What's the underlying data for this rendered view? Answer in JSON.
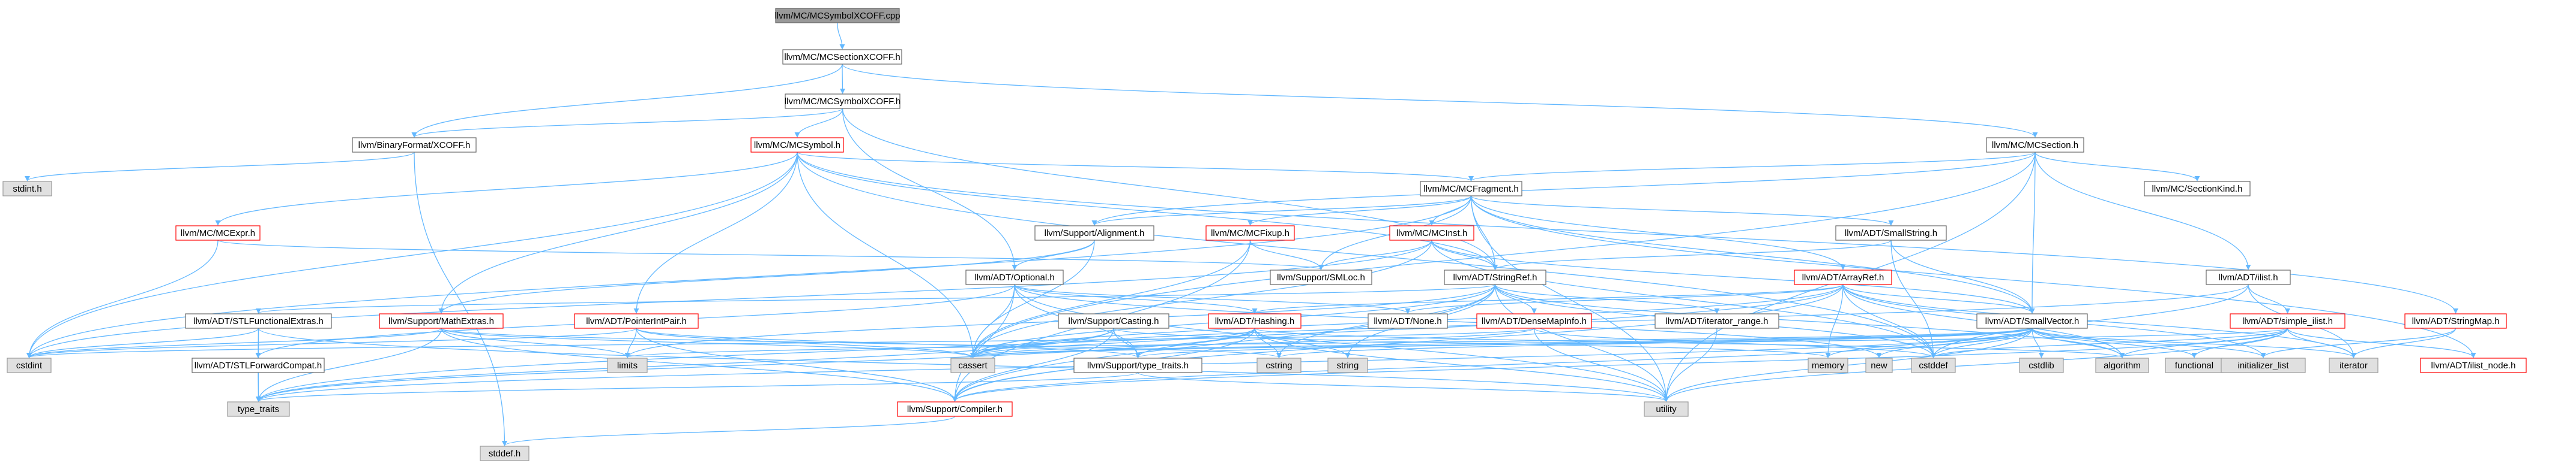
{
  "colors": {
    "root_fill": "#999999",
    "root_border": "#666666",
    "documented_fill": "#ffffff",
    "documented_border": "#666666",
    "truncated_border": "#ff0000",
    "system_fill": "#e0e0e0",
    "system_border": "#999999",
    "edge": "#63B8FF"
  },
  "nodes": [
    {
      "id": "root",
      "label": "llvm/MC/MCSymbolXCOFF.cpp",
      "kind": "root"
    },
    {
      "id": "sectxcoff",
      "label": "llvm/MC/MCSectionXCOFF.h",
      "kind": "normal"
    },
    {
      "id": "symxcoff",
      "label": "llvm/MC/MCSymbolXCOFF.h",
      "kind": "normal"
    },
    {
      "id": "binxcoff",
      "label": "llvm/BinaryFormat/XCOFF.h",
      "kind": "normal"
    },
    {
      "id": "mcsymbol",
      "label": "llvm/MC/MCSymbol.h",
      "kind": "red"
    },
    {
      "id": "mcsection",
      "label": "llvm/MC/MCSection.h",
      "kind": "normal"
    },
    {
      "id": "stdint",
      "label": "stdint.h",
      "kind": "system"
    },
    {
      "id": "mcfragment",
      "label": "llvm/MC/MCFragment.h",
      "kind": "normal"
    },
    {
      "id": "sectionkind",
      "label": "llvm/MC/SectionKind.h",
      "kind": "normal"
    },
    {
      "id": "mcexpr",
      "label": "llvm/MC/MCExpr.h",
      "kind": "red"
    },
    {
      "id": "alignment",
      "label": "llvm/Support/Alignment.h",
      "kind": "normal"
    },
    {
      "id": "mcfixup",
      "label": "llvm/MC/MCFixup.h",
      "kind": "red"
    },
    {
      "id": "mcinst",
      "label": "llvm/MC/MCInst.h",
      "kind": "red"
    },
    {
      "id": "smallstring",
      "label": "llvm/ADT/SmallString.h",
      "kind": "normal"
    },
    {
      "id": "ilist",
      "label": "llvm/ADT/ilist.h",
      "kind": "normal"
    },
    {
      "id": "optional",
      "label": "llvm/ADT/Optional.h",
      "kind": "normal"
    },
    {
      "id": "smloc",
      "label": "llvm/Support/SMLoc.h",
      "kind": "normal"
    },
    {
      "id": "stringref",
      "label": "llvm/ADT/StringRef.h",
      "kind": "normal"
    },
    {
      "id": "arrayref",
      "label": "llvm/ADT/ArrayRef.h",
      "kind": "red"
    },
    {
      "id": "stlfunc",
      "label": "llvm/ADT/STLFunctionalExtras.h",
      "kind": "normal"
    },
    {
      "id": "mathextras",
      "label": "llvm/Support/MathExtras.h",
      "kind": "red"
    },
    {
      "id": "pointerint",
      "label": "llvm/ADT/PointerIntPair.h",
      "kind": "red"
    },
    {
      "id": "casting",
      "label": "llvm/Support/Casting.h",
      "kind": "normal"
    },
    {
      "id": "hashing",
      "label": "llvm/ADT/Hashing.h",
      "kind": "red"
    },
    {
      "id": "none",
      "label": "llvm/ADT/None.h",
      "kind": "normal"
    },
    {
      "id": "densemapinfo",
      "label": "llvm/ADT/DenseMapInfo.h",
      "kind": "red"
    },
    {
      "id": "iterrange",
      "label": "llvm/ADT/iterator_range.h",
      "kind": "normal"
    },
    {
      "id": "smallvector",
      "label": "llvm/ADT/SmallVector.h",
      "kind": "normal"
    },
    {
      "id": "simpleilist",
      "label": "llvm/ADT/simple_ilist.h",
      "kind": "red"
    },
    {
      "id": "stringmap",
      "label": "llvm/ADT/StringMap.h",
      "kind": "red"
    },
    {
      "id": "cstdint",
      "label": "cstdint",
      "kind": "system"
    },
    {
      "id": "stlforward",
      "label": "llvm/ADT/STLForwardCompat.h",
      "kind": "normal"
    },
    {
      "id": "limits",
      "label": "limits",
      "kind": "system"
    },
    {
      "id": "cassert",
      "label": "cassert",
      "kind": "system"
    },
    {
      "id": "typetraits_llvm",
      "label": "llvm/Support/type_traits.h",
      "kind": "normal"
    },
    {
      "id": "cstring",
      "label": "cstring",
      "kind": "system"
    },
    {
      "id": "string",
      "label": "string",
      "kind": "system"
    },
    {
      "id": "memory",
      "label": "memory",
      "kind": "system"
    },
    {
      "id": "new",
      "label": "new",
      "kind": "system"
    },
    {
      "id": "cstddef",
      "label": "cstddef",
      "kind": "system"
    },
    {
      "id": "cstdlib",
      "label": "cstdlib",
      "kind": "system"
    },
    {
      "id": "algorithm",
      "label": "algorithm",
      "kind": "system"
    },
    {
      "id": "functional",
      "label": "functional",
      "kind": "system"
    },
    {
      "id": "initlist",
      "label": "initializer_list",
      "kind": "system"
    },
    {
      "id": "iterator",
      "label": "iterator",
      "kind": "system"
    },
    {
      "id": "ilistnode",
      "label": "llvm/ADT/ilist_node.h",
      "kind": "red"
    },
    {
      "id": "typetraits",
      "label": "type_traits",
      "kind": "system"
    },
    {
      "id": "utility",
      "label": "utility",
      "kind": "system"
    },
    {
      "id": "compiler",
      "label": "llvm/Support/Compiler.h",
      "kind": "red"
    },
    {
      "id": "stddef",
      "label": "stddef.h",
      "kind": "system"
    }
  ],
  "edges": [
    [
      "root",
      "sectxcoff"
    ],
    [
      "sectxcoff",
      "symxcoff"
    ],
    [
      "sectxcoff",
      "binxcoff"
    ],
    [
      "sectxcoff",
      "mcsection"
    ],
    [
      "symxcoff",
      "binxcoff"
    ],
    [
      "symxcoff",
      "mcsymbol"
    ],
    [
      "symxcoff",
      "optional"
    ],
    [
      "symxcoff",
      "stringref"
    ],
    [
      "binxcoff",
      "stddef"
    ],
    [
      "binxcoff",
      "stdint"
    ],
    [
      "mcsymbol",
      "mcexpr"
    ],
    [
      "mcsymbol",
      "mcfragment"
    ],
    [
      "mcsymbol",
      "pointerint"
    ],
    [
      "mcsymbol",
      "mathextras"
    ],
    [
      "mcsymbol",
      "stringmap"
    ],
    [
      "mcsymbol",
      "cstdint"
    ],
    [
      "mcsymbol",
      "cassert"
    ],
    [
      "mcsymbol",
      "stringref"
    ],
    [
      "mcsymbol",
      "cstddef"
    ],
    [
      "mcsection",
      "mcfragment"
    ],
    [
      "mcsection",
      "sectionkind"
    ],
    [
      "mcsection",
      "ilist"
    ],
    [
      "mcsection",
      "smallvector"
    ],
    [
      "mcsection",
      "alignment"
    ],
    [
      "mcsection",
      "cassert"
    ],
    [
      "mcsection",
      "utility"
    ],
    [
      "mcfragment",
      "alignment"
    ],
    [
      "mcfragment",
      "mcfixup"
    ],
    [
      "mcfragment",
      "mcinst"
    ],
    [
      "mcfragment",
      "smallstring"
    ],
    [
      "mcfragment",
      "smallvector"
    ],
    [
      "mcfragment",
      "arrayref"
    ],
    [
      "mcfragment",
      "stringref"
    ],
    [
      "mcfragment",
      "smloc"
    ],
    [
      "mcfragment",
      "ilistnode"
    ],
    [
      "mcfragment",
      "cstdint"
    ],
    [
      "mcfragment",
      "utility"
    ],
    [
      "mcexpr",
      "smloc"
    ],
    [
      "mcexpr",
      "cstdint"
    ],
    [
      "alignment",
      "mathextras"
    ],
    [
      "alignment",
      "optional"
    ],
    [
      "alignment",
      "cassert"
    ],
    [
      "mcfixup",
      "smloc"
    ],
    [
      "mcfixup",
      "cassert"
    ],
    [
      "mcfixup",
      "compiler"
    ],
    [
      "mcinst",
      "smloc"
    ],
    [
      "mcinst",
      "stringref"
    ],
    [
      "mcinst",
      "smallvector"
    ],
    [
      "mcinst",
      "cassert"
    ],
    [
      "mcinst",
      "cstddef"
    ],
    [
      "mcinst",
      "cstdint"
    ],
    [
      "smallstring",
      "stringref"
    ],
    [
      "smallstring",
      "smallvector"
    ],
    [
      "smallstring",
      "cstddef"
    ],
    [
      "ilist",
      "simpleilist"
    ],
    [
      "ilist",
      "cassert"
    ],
    [
      "ilist",
      "cstddef"
    ],
    [
      "ilist",
      "iterator"
    ],
    [
      "optional",
      "none"
    ],
    [
      "optional",
      "stlforward"
    ],
    [
      "optional",
      "hashing"
    ],
    [
      "optional",
      "compiler"
    ],
    [
      "optional",
      "typetraits_llvm"
    ],
    [
      "optional",
      "cassert"
    ],
    [
      "optional",
      "new"
    ],
    [
      "optional",
      "utility"
    ],
    [
      "stringref",
      "stlfunc"
    ],
    [
      "stringref",
      "densemapinfo"
    ],
    [
      "stringref",
      "iterrange"
    ],
    [
      "stringref",
      "compiler"
    ],
    [
      "stringref",
      "algorithm"
    ],
    [
      "stringref",
      "cassert"
    ],
    [
      "stringref",
      "cstddef"
    ],
    [
      "stringref",
      "cstring"
    ],
    [
      "stringref",
      "limits"
    ],
    [
      "stringref",
      "string"
    ],
    [
      "stringref",
      "type_traits"
    ],
    [
      "stringref",
      "utility"
    ],
    [
      "arrayref",
      "hashing"
    ],
    [
      "arrayref",
      "none"
    ],
    [
      "arrayref",
      "smallvector"
    ],
    [
      "arrayref",
      "compiler"
    ],
    [
      "arrayref",
      "algorithm"
    ],
    [
      "arrayref",
      "cassert"
    ],
    [
      "arrayref",
      "cstddef"
    ],
    [
      "arrayref",
      "initlist"
    ],
    [
      "arrayref",
      "iterator"
    ],
    [
      "arrayref",
      "memory"
    ],
    [
      "arrayref",
      "typetraits"
    ],
    [
      "stlfunc",
      "stlforward"
    ],
    [
      "stlfunc",
      "cstdint"
    ],
    [
      "stlfunc",
      "typetraits"
    ],
    [
      "stlfunc",
      "utility"
    ],
    [
      "mathextras",
      "compiler"
    ],
    [
      "mathextras",
      "cassert"
    ],
    [
      "mathextras",
      "cstdint"
    ],
    [
      "mathextras",
      "limits"
    ],
    [
      "mathextras",
      "typetraits"
    ],
    [
      "mathextras",
      "cstring"
    ],
    [
      "pointerint",
      "compiler"
    ],
    [
      "pointerint",
      "cassert"
    ],
    [
      "pointerint",
      "cstdint"
    ],
    [
      "pointerint",
      "limits"
    ],
    [
      "pointerint",
      "typetraits_llvm"
    ],
    [
      "casting",
      "compiler"
    ],
    [
      "casting",
      "typetraits_llvm"
    ],
    [
      "casting",
      "cassert"
    ],
    [
      "casting",
      "memory"
    ],
    [
      "casting",
      "typetraits"
    ],
    [
      "hashing",
      "compiler"
    ],
    [
      "hashing",
      "typetraits_llvm"
    ],
    [
      "hashing",
      "algorithm"
    ],
    [
      "hashing",
      "cassert"
    ],
    [
      "hashing",
      "cstring"
    ],
    [
      "hashing",
      "string"
    ],
    [
      "hashing",
      "typetraits"
    ],
    [
      "hashing",
      "utility"
    ],
    [
      "densemapinfo",
      "cassert"
    ],
    [
      "densemapinfo",
      "cstddef"
    ],
    [
      "densemapinfo",
      "cstdint"
    ],
    [
      "densemapinfo",
      "utility"
    ],
    [
      "iterrange",
      "utility"
    ],
    [
      "smallvector",
      "compiler"
    ],
    [
      "smallvector",
      "typetraits_llvm"
    ],
    [
      "smallvector",
      "algorithm"
    ],
    [
      "smallvector",
      "cassert"
    ],
    [
      "smallvector",
      "cstddef"
    ],
    [
      "smallvector",
      "cstdlib"
    ],
    [
      "smallvector",
      "cstring"
    ],
    [
      "smallvector",
      "functional"
    ],
    [
      "smallvector",
      "initlist"
    ],
    [
      "smallvector",
      "iterator"
    ],
    [
      "smallvector",
      "limits"
    ],
    [
      "smallvector",
      "memory"
    ],
    [
      "smallvector",
      "new"
    ],
    [
      "smallvector",
      "typetraits"
    ],
    [
      "smallvector",
      "utility"
    ],
    [
      "simpleilist",
      "ilistnode"
    ],
    [
      "simpleilist",
      "compiler"
    ],
    [
      "simpleilist",
      "algorithm"
    ],
    [
      "simpleilist",
      "cassert"
    ],
    [
      "simpleilist",
      "cstddef"
    ],
    [
      "simpleilist",
      "functional"
    ],
    [
      "simpleilist",
      "iterator"
    ],
    [
      "simpleilist",
      "utility"
    ],
    [
      "stringmap",
      "iterator"
    ],
    [
      "stringmap",
      "initlist"
    ],
    [
      "stlforward",
      "typetraits"
    ],
    [
      "typetraits_llvm",
      "typetraits"
    ],
    [
      "typetraits_llvm",
      "utility"
    ],
    [
      "compiler",
      "stddef"
    ]
  ]
}
